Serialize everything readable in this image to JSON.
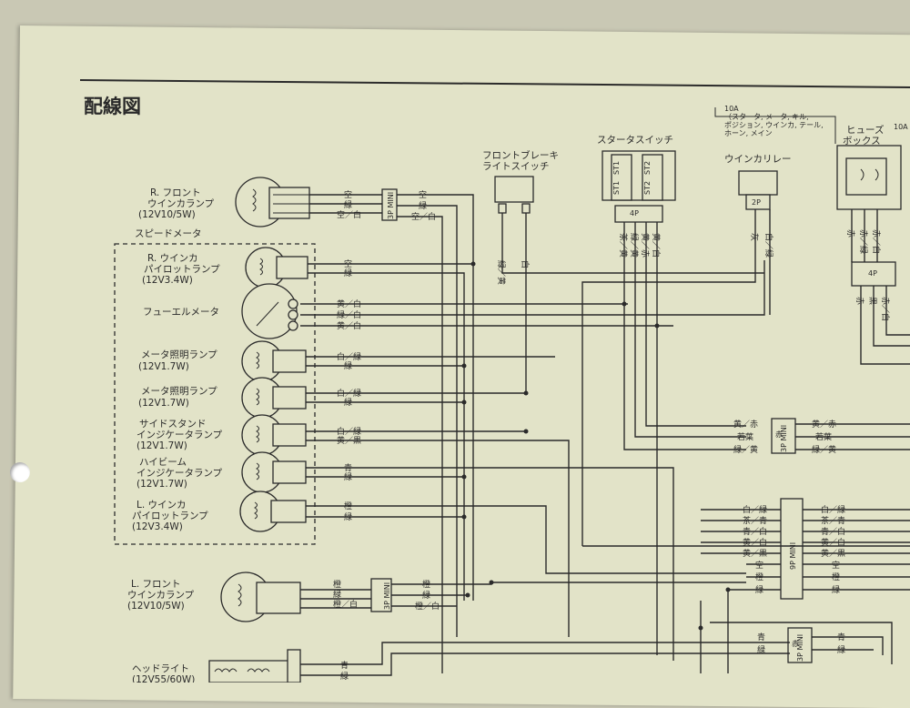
{
  "title": "配線図",
  "speedometer_group": "スピードメータ",
  "components": {
    "r_front_winker": [
      "R. フロント",
      "ウインカランプ",
      "(12V10/5W)"
    ],
    "r_winker_pilot": [
      "R. ウインカ",
      "パイロットランプ",
      "(12V3.4W)"
    ],
    "fuel_meter": [
      "フューエルメータ"
    ],
    "meter_light_1": [
      "メータ照明ランプ",
      "(12V1.7W)"
    ],
    "meter_light_2": [
      "メータ照明ランプ",
      "(12V1.7W)"
    ],
    "side_stand": [
      "サイドスタンド",
      "インジケータランプ",
      "(12V1.7W)"
    ],
    "high_beam": [
      "ハイビーム",
      "インジケータランプ",
      "(12V1.7W)"
    ],
    "l_winker_pilot": [
      "L. ウインカ",
      "パイロットランプ",
      "(12V3.4W)"
    ],
    "l_front_winker": [
      "L. フロント",
      "ウインカランプ",
      "(12V10/5W)"
    ],
    "headlight": [
      "ヘッドライト",
      "(12V55/60W)"
    ],
    "front_brake_switch": [
      "フロントブレーキ",
      "ライトスイッチ"
    ],
    "starter_switch": [
      "スタータスイッチ"
    ],
    "winker_relay": [
      "ウインカリレー"
    ],
    "fuse_box": [
      "ヒューズ",
      "ボックス"
    ],
    "fuse_note": [
      "10A",
      "（スタータ, メータ, キル,",
      "ポジション, ウインカ, テール,",
      "ホーン, メイン"
    ],
    "fuse_10a_right": "10A"
  },
  "connectors": {
    "r_winker": "3P MINI",
    "l_winker": "3P MINI",
    "mid_3p": "3P MINI",
    "mid_3p_tag": "赤",
    "big_9p": "9P MINI",
    "bottom_3p": "3P MINI",
    "bottom_3p_tag": "赤",
    "starter_4p": "4P",
    "relay_2p": "2P",
    "fuse_4p": "4P",
    "starter_pins": [
      "ST1",
      "ST1",
      "ST2",
      "ST2"
    ]
  },
  "wire_colors": {
    "r_winker_left": [
      "空",
      "緑",
      "空／白"
    ],
    "r_winker_right": [
      "空",
      "緑",
      "空／白"
    ],
    "r_pilot": [
      "空",
      "緑"
    ],
    "fuel": [
      "黄／白",
      "緑／白",
      "黄／白"
    ],
    "meter1": [
      "白／緑",
      "緑"
    ],
    "meter2": [
      "白／緑",
      "緑"
    ],
    "side_stand": [
      "白／緑",
      "黄／黒"
    ],
    "high_beam": [
      "青",
      "緑"
    ],
    "l_pilot": [
      "橙",
      "緑"
    ],
    "l_winker_left": [
      "橙",
      "緑",
      "橙／白"
    ],
    "l_winker_right": [
      "橙",
      "緑",
      "橙／白"
    ],
    "headlight": [
      "青",
      "緑"
    ],
    "brake_switch": [
      "緑／黄",
      "白"
    ],
    "starter_switch": [
      "茶／黄",
      "緑／黄",
      "黄／赤",
      "黄／白"
    ],
    "relay": [
      "灰",
      "白／緑"
    ],
    "fuse_top": [
      "赤",
      "赤／緑",
      "赤／白"
    ],
    "fuse_bottom": [
      "赤",
      "黒",
      "赤／白"
    ],
    "mid_left": [
      "黄／赤",
      "若葉",
      "緑／黄"
    ],
    "mid_right": [
      "黄／赤",
      "若葉",
      "緑／黄"
    ],
    "nine_left": [
      "白／緑",
      "茶／青",
      "青／白",
      "黄／白",
      "黄／黒",
      "空",
      "橙",
      "緑"
    ],
    "nine_right": [
      "白／緑",
      "茶／青",
      "青／白",
      "黄／白",
      "黄／黒",
      "空",
      "橙",
      "緑"
    ],
    "bottom_left": [
      "青",
      "緑"
    ],
    "bottom_right": [
      "青",
      "緑"
    ]
  }
}
